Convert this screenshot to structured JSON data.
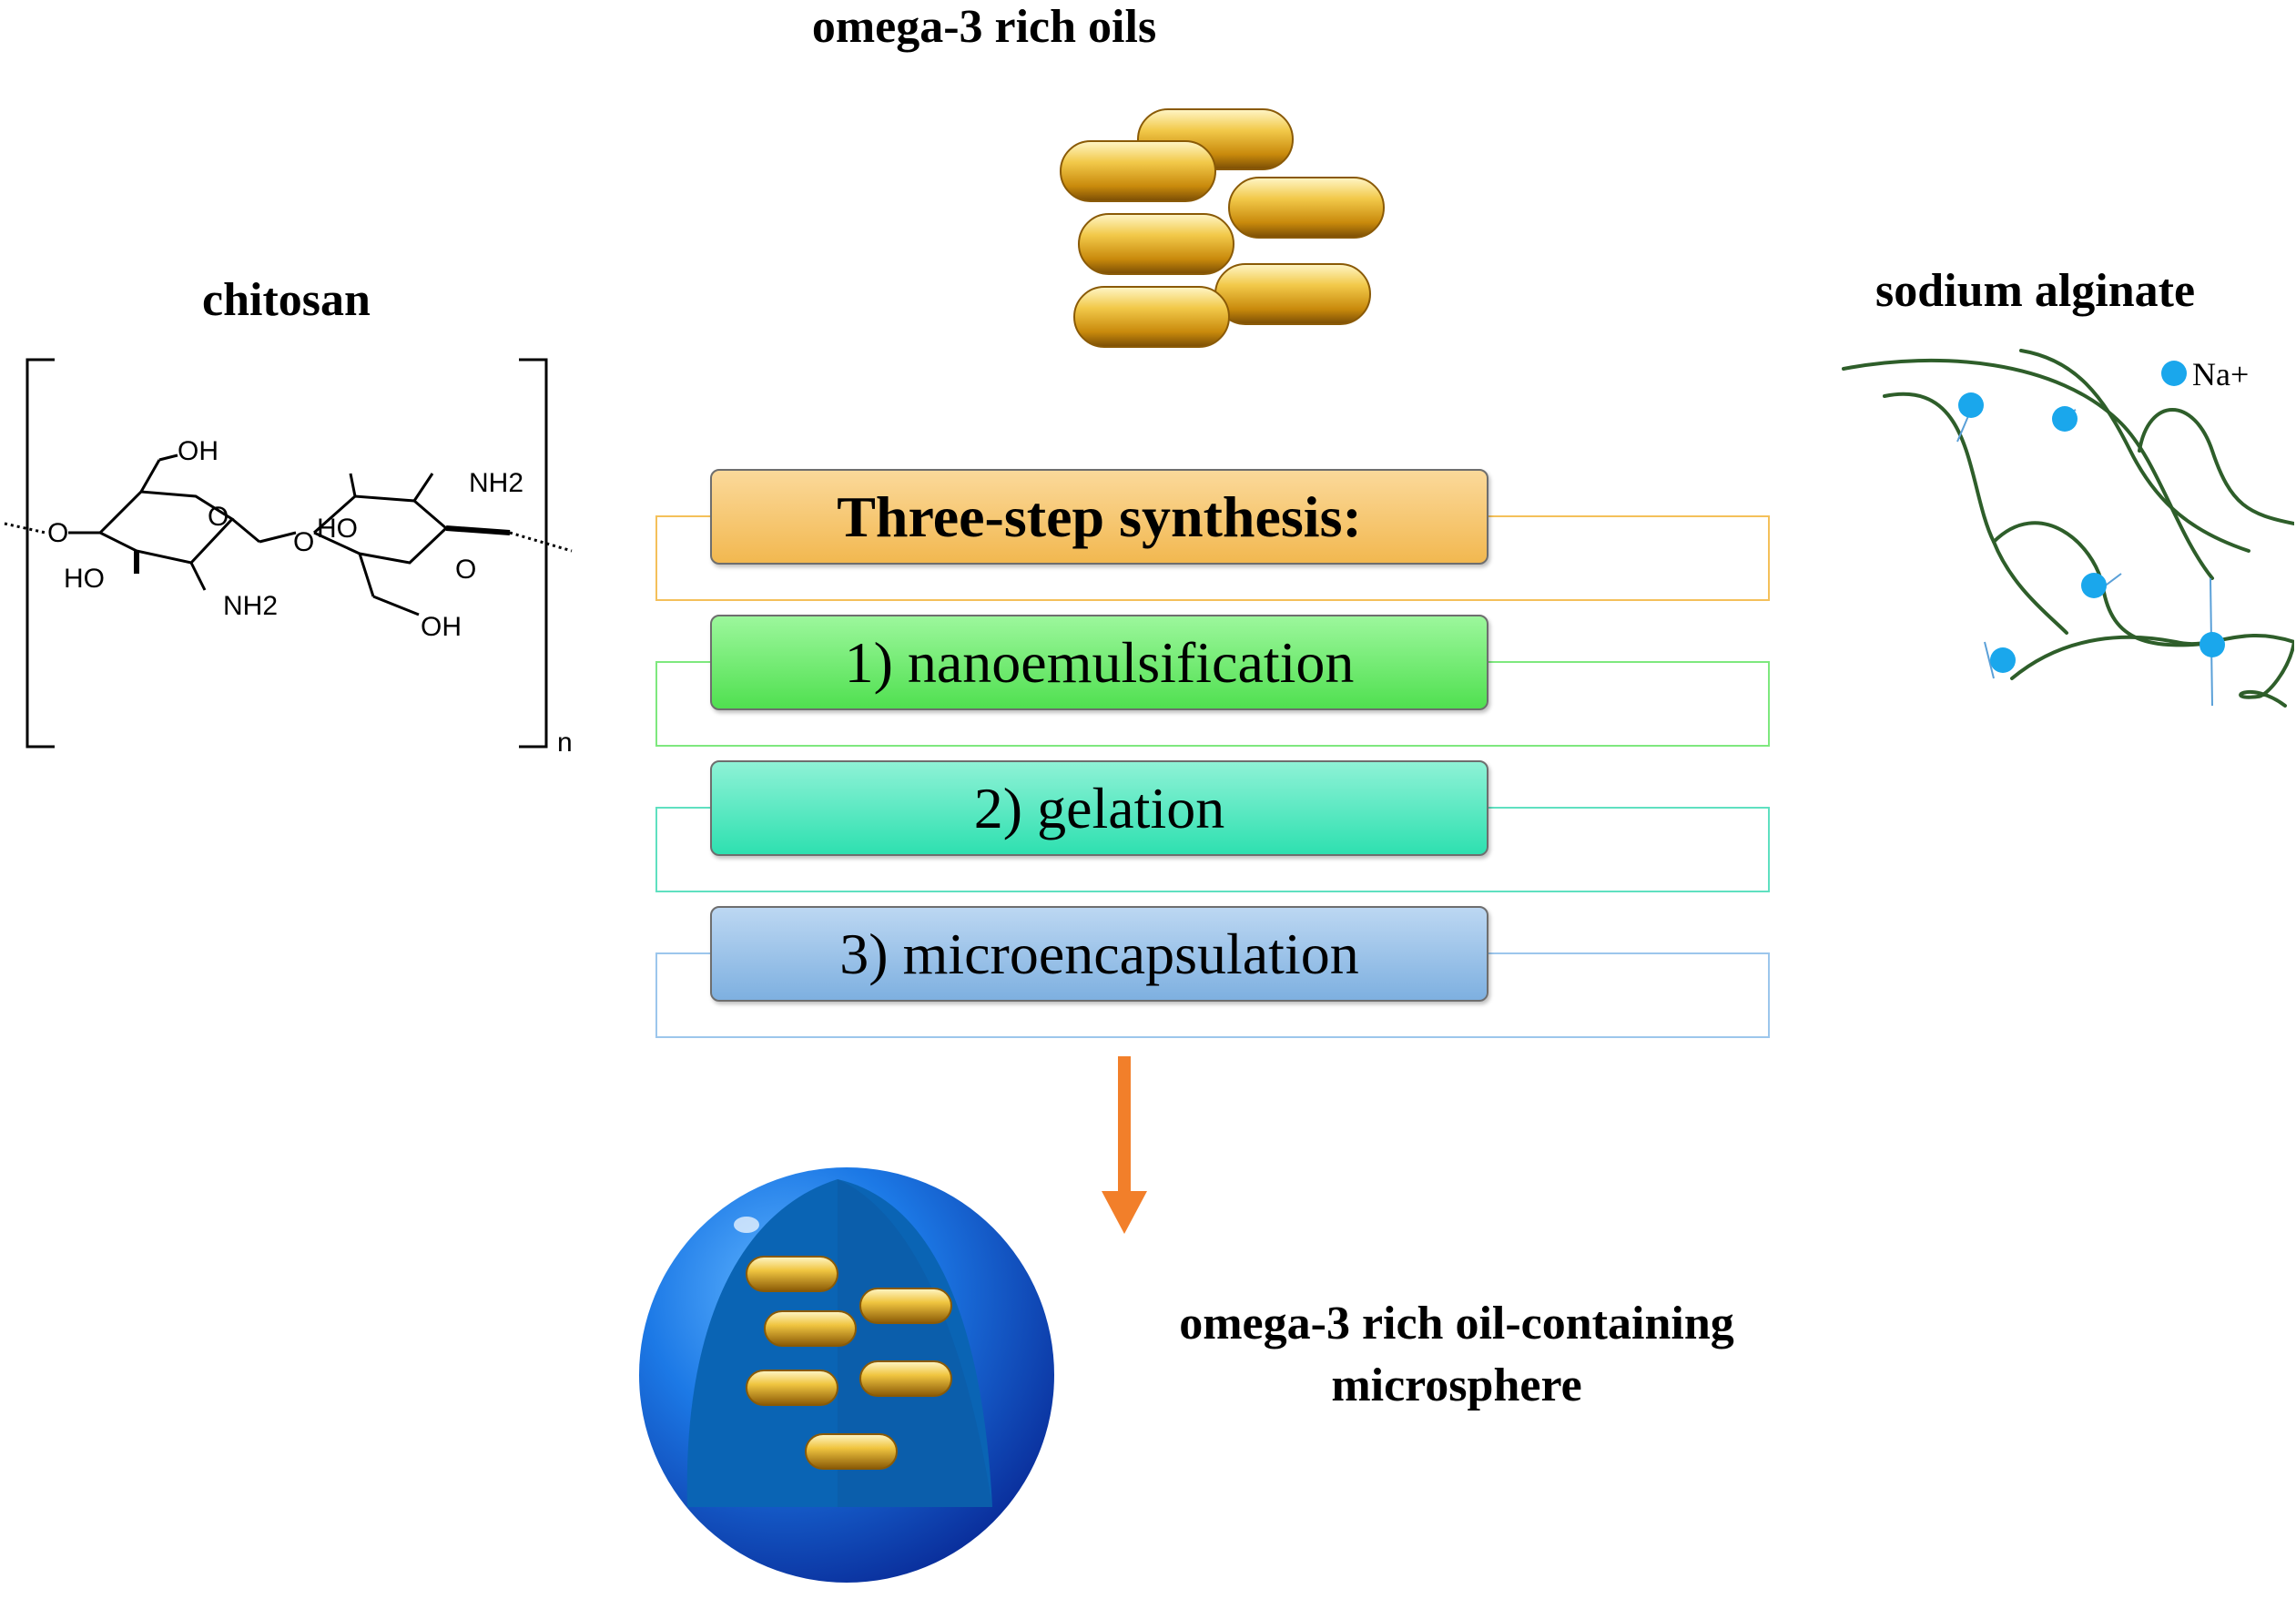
{
  "headings": {
    "oils": "omega-3 rich oils",
    "chitosan": "chitosan",
    "alginate": "sodium alginate"
  },
  "chitosan_structure": {
    "atoms": {
      "oh_top": "OH",
      "o_ring1": "O",
      "o_left": "O",
      "ho_left": "HO",
      "nh2_bottom": "NH2",
      "o_bridge": "O",
      "ho_ring2": "HO",
      "nh2_top": "NH2",
      "o_ring2": "O",
      "oh_bottom": "OH",
      "n_sub": "n"
    }
  },
  "alginate": {
    "ion_label": "Na+",
    "colors": {
      "chain": "#2e5e2a",
      "ion": "#1aa7ec",
      "link": "#5aa0d8"
    }
  },
  "steps": {
    "title": "Three-step synthesis:",
    "items": [
      {
        "label": "1) nanoemulsification",
        "color": "#66ee66"
      },
      {
        "label": "2) gelation",
        "color": "#3ee0b8"
      },
      {
        "label": "3) microencapsulation",
        "color": "#8ab6e0"
      }
    ],
    "title_color": "#f6c66a"
  },
  "product": {
    "caption_line1": "omega-3 rich oil-containing",
    "caption_line2": "microsphere"
  },
  "colors": {
    "arrow": "#f27f2a",
    "capsule": "#e9b420",
    "sphere": "#1565d8"
  }
}
